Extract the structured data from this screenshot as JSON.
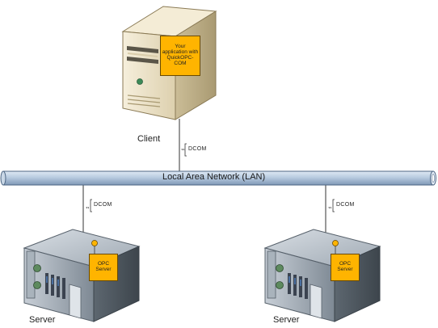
{
  "client": {
    "label": "Client",
    "app_box_text": "Your\napplication with\nQuickOPC-\nCOM"
  },
  "network": {
    "label": "Local Area Network (LAN)"
  },
  "connections": {
    "client_protocol": "DCOM",
    "server_left_protocol": "DCOM",
    "server_right_protocol": "DCOM"
  },
  "servers": [
    {
      "label": "Server",
      "box_text": "OPC\nServer"
    },
    {
      "label": "Server",
      "box_text": "OPC\nServer"
    }
  ],
  "colors": {
    "box_fill": "#ffb400",
    "lan_pipe": "#b8cbe0",
    "client_case": "#e9dfc6"
  }
}
